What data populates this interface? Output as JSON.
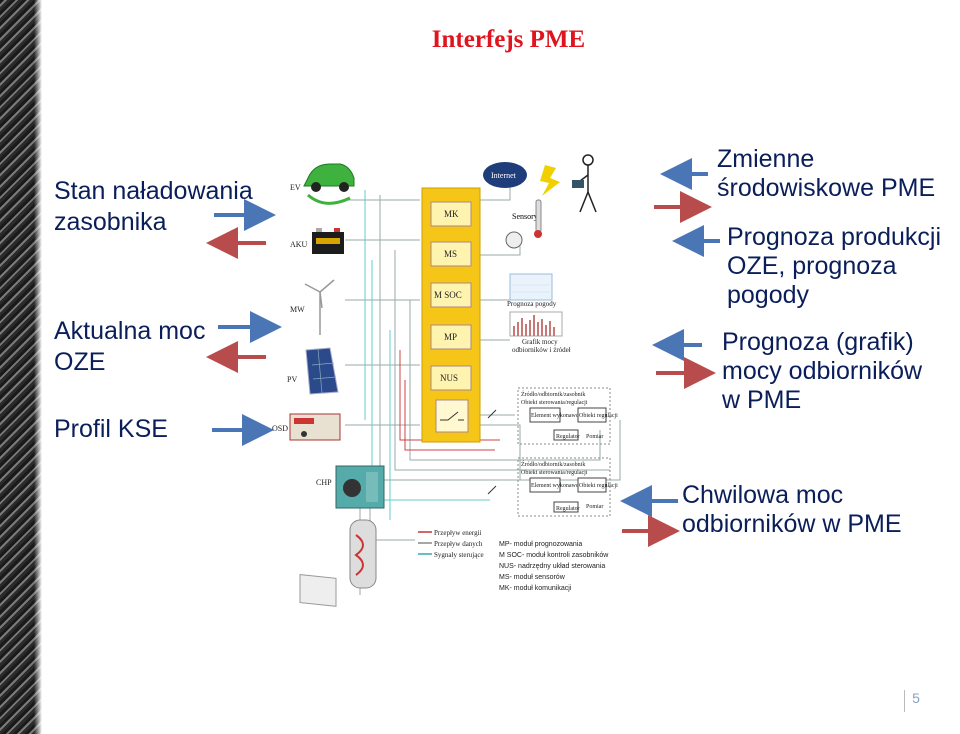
{
  "title": "Interfejs PME",
  "left_labels": {
    "storage_state_line1": "Stan naładowania",
    "storage_state_line2": "zasobnika",
    "res_power_line1": "Aktualna moc",
    "res_power_line2": "OZE",
    "kse_profile": "Profil KSE"
  },
  "right_labels": {
    "env_line1": "Zmienne",
    "env_line2": "środowiskowe PME",
    "forecast_line1": "Prognoza produkcji",
    "forecast_line2": "OZE, prognoza",
    "forecast_line3": "pogody",
    "schedule_line1": "Prognoza (grafik)",
    "schedule_line2": "mocy odbiorników",
    "schedule_line3": "w PME",
    "instant_line1": "Chwilowa moc",
    "instant_line2": "odbiorników w PME"
  },
  "diagram": {
    "device_labels": [
      "EV",
      "AKU",
      "MW",
      "PV",
      "OSD"
    ],
    "chp_label": "CHP",
    "internet_label": "Internet",
    "sensors_label": "Sensory",
    "weather_label": "Prognoza pogody",
    "load_chart_label_1": "Grafik mocy",
    "load_chart_label_2": "odbiorników i źródeł",
    "modules": [
      "MK",
      "MS",
      "M SOC",
      "MP",
      "NUS"
    ],
    "zone_title_1": "Źródło/odbiornik/zasobnik",
    "zone_title_2": "Obiekt sterowania/regulacji",
    "zone_items": [
      "Element wykonawczy",
      "Obiekt regulacji",
      "Regulator",
      "Pomiar"
    ],
    "flow_legend": [
      "Przepływ energii",
      "Przepływ danych",
      "Sygnały sterujące"
    ],
    "module_legend": [
      "MP- moduł prognozowania",
      "M SOC- moduł kontroli zasobników",
      "NUS- nadrzędny układ sterowania",
      "MS- moduł sensorów",
      "MK- moduł komunikacji"
    ]
  },
  "colors": {
    "arrow_blue": "#4a76b6",
    "arrow_red": "#b84c4c",
    "module_fill": "#f5c518"
  },
  "page_number": "5"
}
